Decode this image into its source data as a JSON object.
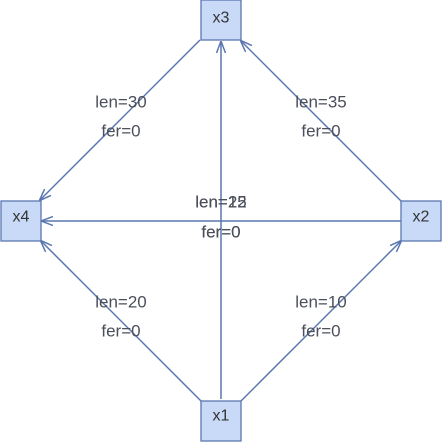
{
  "nodes": {
    "x1": {
      "label": "x1"
    },
    "x2": {
      "label": "x2"
    },
    "x3": {
      "label": "x3"
    },
    "x4": {
      "label": "x4"
    }
  },
  "edges": {
    "x1_x3": {
      "len": "len=25",
      "fer": "fer=0"
    },
    "x2_x4": {
      "len": "len=12",
      "fer": "fer=0"
    },
    "x4_x3": {
      "len": "len=30",
      "fer": "fer=0"
    },
    "x2_x3": {
      "len": "len=35",
      "fer": "fer=0"
    },
    "x1_x4": {
      "len": "len=20",
      "fer": "fer=0"
    },
    "x1_x2": {
      "len": "len=10",
      "fer": "fer=0"
    }
  },
  "colors": {
    "node_fill": "#c8daf7",
    "node_stroke": "#5b77b0",
    "edge": "#5b77b0",
    "label_text": "#4a4f5a"
  }
}
